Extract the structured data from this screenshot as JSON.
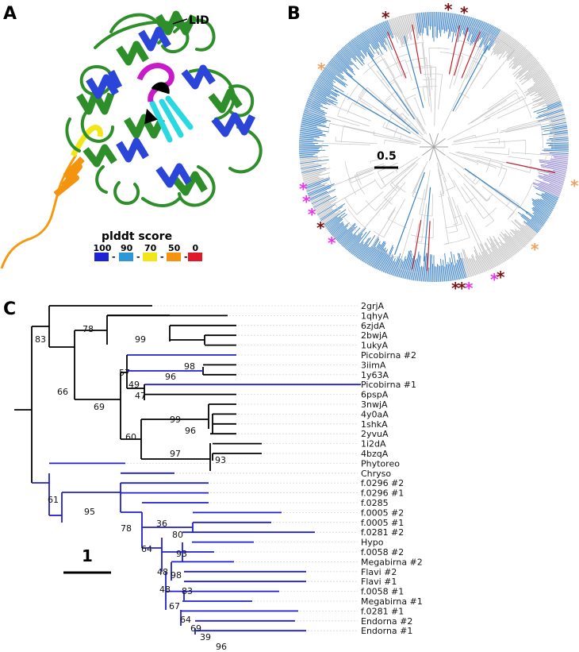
{
  "panels": {
    "a": {
      "label": "A",
      "lid_label": "LID",
      "legend": {
        "title": "plddt score",
        "entries": [
          {
            "text": "100",
            "color": "#1e22d6"
          },
          {
            "text": "90",
            "color": "#2f97d6"
          },
          {
            "text": "70",
            "color": "#f2e61a"
          },
          {
            "text": "50",
            "color": "#f3930e"
          },
          {
            "text": "0",
            "color": "#e01a2a"
          }
        ],
        "separator": "-"
      }
    },
    "b": {
      "label": "B",
      "scale_label": "0.5"
    },
    "c": {
      "label": "C",
      "scale_label": "1"
    }
  },
  "colors": {
    "structure_green": "#2e8f2a",
    "structure_blue": "#2a45d8",
    "structure_cyan": "#29d8e0",
    "structure_magenta": "#c81ac8",
    "structure_orange": "#f39a10",
    "tree_blue": "#3b82c4",
    "tree_grey": "#bdbdbd",
    "tree_purple": "#9a8fd0",
    "tree_red": "#c0202a",
    "star_dark": "#7a1414",
    "star_pink": "#ee33ee",
    "star_orange": "#f0a060",
    "cladogram_black": "#000000",
    "cladogram_blue": "#1f1fd0"
  },
  "markers": {
    "star_glyph": "*"
  },
  "tree_c": {
    "leaves": [
      {
        "label": "2grjA",
        "color": "black"
      },
      {
        "label": "1qhyA",
        "color": "black"
      },
      {
        "label": "6zjdA",
        "color": "black"
      },
      {
        "label": "2bwjA",
        "color": "black"
      },
      {
        "label": "1ukyA",
        "color": "black"
      },
      {
        "label": "Picobirna #2",
        "color": "blue"
      },
      {
        "label": "3iimA",
        "color": "black"
      },
      {
        "label": "1y63A",
        "color": "black"
      },
      {
        "label": "Picobirna #1",
        "color": "blue"
      },
      {
        "label": "6pspA",
        "color": "black"
      },
      {
        "label": "3nwjA",
        "color": "black"
      },
      {
        "label": "4y0aA",
        "color": "black"
      },
      {
        "label": "1shkA",
        "color": "black"
      },
      {
        "label": "2yvuA",
        "color": "black"
      },
      {
        "label": "1i2dA",
        "color": "black"
      },
      {
        "label": "4bzqA",
        "color": "black"
      },
      {
        "label": "Phytoreo",
        "color": "blue"
      },
      {
        "label": "Chryso",
        "color": "blue"
      },
      {
        "label": "f.0296 #2",
        "color": "blue"
      },
      {
        "label": "f.0296 #1",
        "color": "blue"
      },
      {
        "label": "f.0285",
        "color": "blue"
      },
      {
        "label": "f.0005 #2",
        "color": "blue"
      },
      {
        "label": "f.0005 #1",
        "color": "blue"
      },
      {
        "label": "f.0281 #2",
        "color": "blue"
      },
      {
        "label": "Hypo",
        "color": "blue"
      },
      {
        "label": "f.0058 #2",
        "color": "blue"
      },
      {
        "label": "Megabirna #2",
        "color": "blue"
      },
      {
        "label": "Flavi #2",
        "color": "blue"
      },
      {
        "label": "Flavi #1",
        "color": "blue"
      },
      {
        "label": "f.0058 #1",
        "color": "blue"
      },
      {
        "label": "Megabirna #1",
        "color": "blue"
      },
      {
        "label": "f.0281 #1",
        "color": "blue"
      },
      {
        "label": "Endorna #2",
        "color": "blue"
      },
      {
        "label": "Endorna #1",
        "color": "blue"
      }
    ],
    "bootstrap": [
      "83",
      "78",
      "99",
      "98",
      "66",
      "57",
      "96",
      "49",
      "47",
      "69",
      "99",
      "96",
      "60",
      "97",
      "93",
      "61",
      "95",
      "78",
      "36",
      "80",
      "64",
      "93",
      "48",
      "98",
      "48",
      "83",
      "67",
      "64",
      "69",
      "39",
      "96"
    ]
  }
}
